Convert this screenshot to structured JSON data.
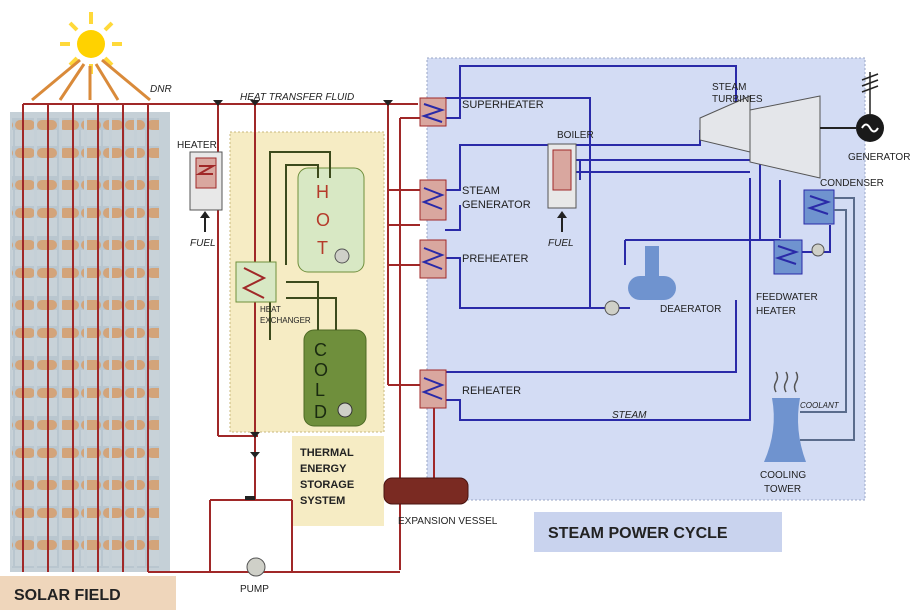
{
  "labels": {
    "dnr": "DNR",
    "htf": "HEAT TRANSFER FLUID",
    "heater": "HEATER",
    "fuel_heater": "FUEL",
    "hot_h": "H",
    "hot_o": "O",
    "hot_t": "T",
    "cold_c": "C",
    "cold_o": "O",
    "cold_l": "L",
    "cold_d": "D",
    "heat_exchanger_1": "HEAT",
    "heat_exchanger_2": "EXCHANGER",
    "tes_1": "THERMAL",
    "tes_2": "ENERGY",
    "tes_3": "STORAGE",
    "tes_4": "SYSTEM",
    "superheater": "SUPERHEATER",
    "steam_gen_1": "STEAM",
    "steam_gen_2": "GENERATOR",
    "preheater": "PREHEATER",
    "reheater": "REHEATER",
    "boiler": "BOILER",
    "fuel_boiler": "FUEL",
    "steam_turbines_1": "STEAM",
    "steam_turbines_2": "TURBINES",
    "generator": "GENERATOR",
    "condenser": "CONDENSER",
    "deaerator": "DEAERATOR",
    "feedwater_1": "FEEDWATER",
    "feedwater_2": "HEATER",
    "steam": "STEAM",
    "coolant": "COOLANT",
    "cooling_1": "COOLING",
    "cooling_2": "TOWER",
    "expansion_vessel": "EXPANSION VESSEL",
    "pump": "PUMP",
    "solar_field": "SOLAR FIELD",
    "steam_power_cycle": "STEAM POWER CYCLE"
  },
  "colors": {
    "htf_line": "#a02828",
    "steam_line": "#2a2aa8",
    "cycle_bg": "#d3dcf4",
    "tes_bg": "#f6ecc4",
    "hot_tank": "#d8e8c4",
    "cold_tank": "#6f8f3c",
    "exchanger": "#d9a79f",
    "water_blue": "#6f93cf",
    "label_bg": "#efd6bb"
  }
}
